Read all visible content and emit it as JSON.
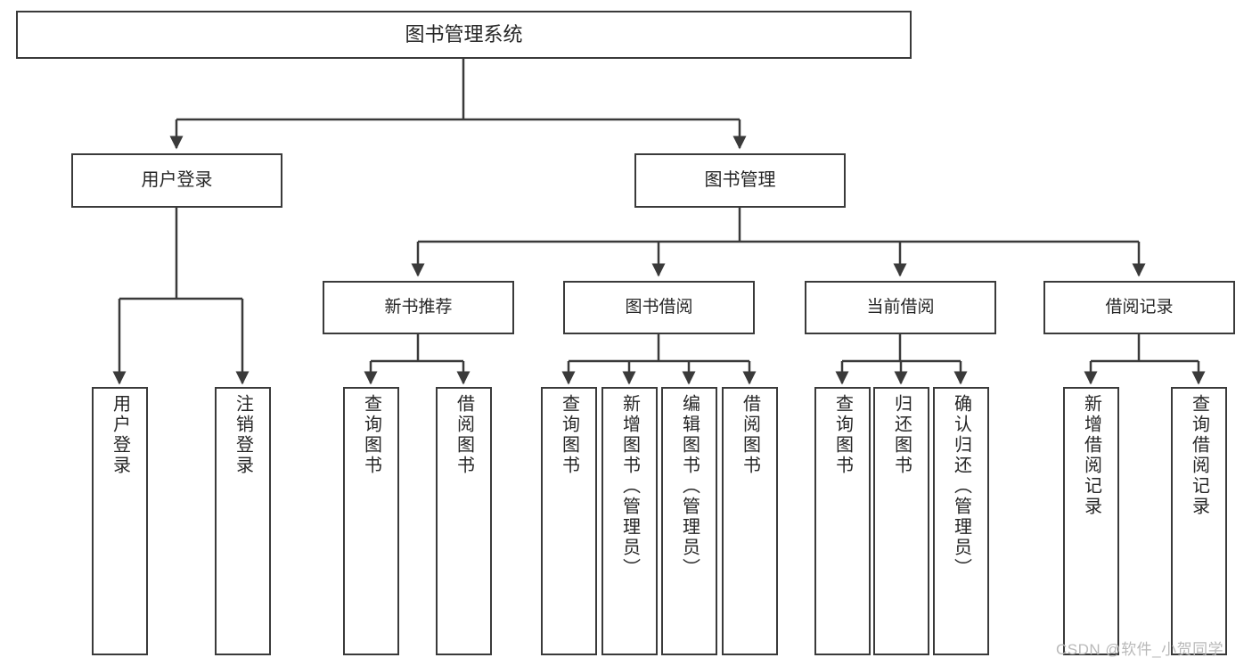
{
  "diagram": {
    "title": "图书管理系统",
    "type": "function-structure-tree",
    "watermark": "CSDN @软件_小贺同学",
    "colors": {
      "background": "#ffffff",
      "node_border": "#3a3a3a",
      "node_fill": "#ffffff",
      "text": "#262626",
      "edge": "#3a3a3a",
      "watermark": "#b9b9b9"
    },
    "root": {
      "label": "图书管理系统"
    },
    "branches": [
      {
        "label": "用户登录"
      },
      {
        "label": "图书管理"
      }
    ],
    "subbranches": [
      {
        "label": "新书推荐"
      },
      {
        "label": "图书借阅"
      },
      {
        "label": "当前借阅"
      },
      {
        "label": "借阅记录"
      }
    ],
    "leaves": {
      "user_login": [
        {
          "label": "用户登录"
        },
        {
          "label": "注销登录"
        }
      ],
      "new_book_recommend": [
        {
          "label": "查询图书"
        },
        {
          "label": "借阅图书"
        }
      ],
      "book_borrow": [
        {
          "label": "查询图书"
        },
        {
          "label": "新增图书（管理员）"
        },
        {
          "label": "编辑图书（管理员）"
        },
        {
          "label": "借阅图书"
        }
      ],
      "current_borrow": [
        {
          "label": "查询图书"
        },
        {
          "label": "归还图书"
        },
        {
          "label": "确认归还（管理员）"
        }
      ],
      "borrow_record": [
        {
          "label": "新增借阅记录"
        },
        {
          "label": "查询借阅记录"
        }
      ]
    }
  }
}
